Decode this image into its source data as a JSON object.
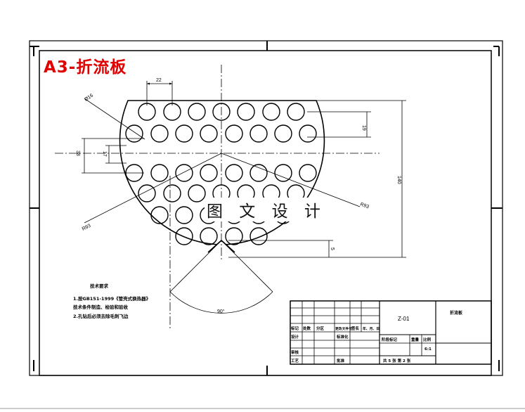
{
  "drawing": {
    "title": "A3-折流板",
    "watermark": "图 文 设 计",
    "dims": {
      "pitch_top": "22",
      "hole_dia": "Ø16",
      "row_pitch": "19",
      "left_outer": "38",
      "left_inner": "17",
      "height_total": "140",
      "radius_right": "R93",
      "radius_left": "R93",
      "bottom_gap": "5",
      "angle": "90°"
    },
    "notes": {
      "heading": "技术要求",
      "line1": "1.按GB151-1999《管壳式换热器》",
      "line2": "  技术条件制造、检验和验收",
      "line3": "2.孔钻后必须去除毛刺飞边"
    },
    "title_block": {
      "drawing_no": "Z-01",
      "part_name": "折流板",
      "h_mark": "标记",
      "h_count": "处数",
      "h_zone": "分区",
      "h_docno": "更改文件号",
      "h_sign": "签名",
      "h_date": "年、月、日",
      "r_design": "设计",
      "r_std": "标准化",
      "r_stage": "阶段标记",
      "r_weight": "重量",
      "r_scale": "比例",
      "scale_value": "6:1",
      "r_check": "审核",
      "r_process": "工艺",
      "r_approve": "批准",
      "sheets": "共 5 张  第 2 张"
    }
  }
}
